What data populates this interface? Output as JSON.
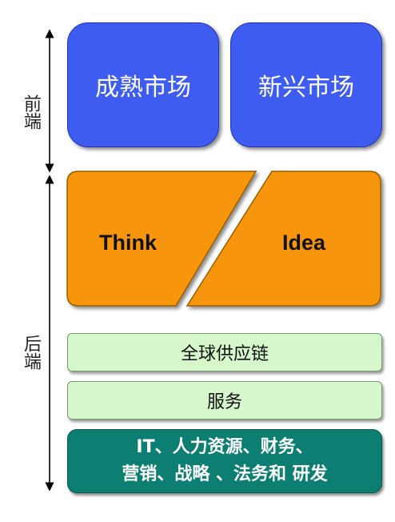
{
  "sides": {
    "front": "前端",
    "back": "后端"
  },
  "markets": {
    "mature": "成熟市场",
    "emerging": "新兴市场"
  },
  "think_idea": {
    "think": "Think",
    "idea": "Idea"
  },
  "layers": {
    "supply_chain": "全球供应链",
    "service": "服务",
    "functions_line1": "IT、人力资源、财务、",
    "functions_line2": "营销、战略 、法务和 研发"
  },
  "colors": {
    "market_blue": "#3f5cf0",
    "think_orange": "#f7960c",
    "layer_green": "#d6f7cc",
    "functions_teal": "#0c7f72"
  }
}
